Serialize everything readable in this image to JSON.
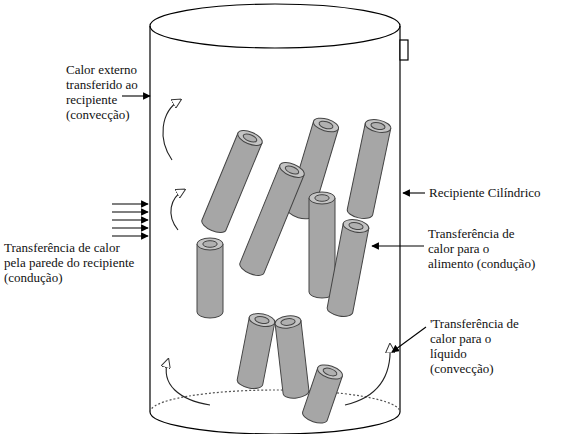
{
  "diagram": {
    "labels": [
      "Calor externo transferido ao recipiente (convecção)",
      "Transferência de calor pela parede do recipiente (condução)",
      "Recipiente Cilíndrico",
      "Transferência de calor para o alimento (condução)",
      "'Transferência de calor para o líquido (convecção)"
    ]
  }
}
